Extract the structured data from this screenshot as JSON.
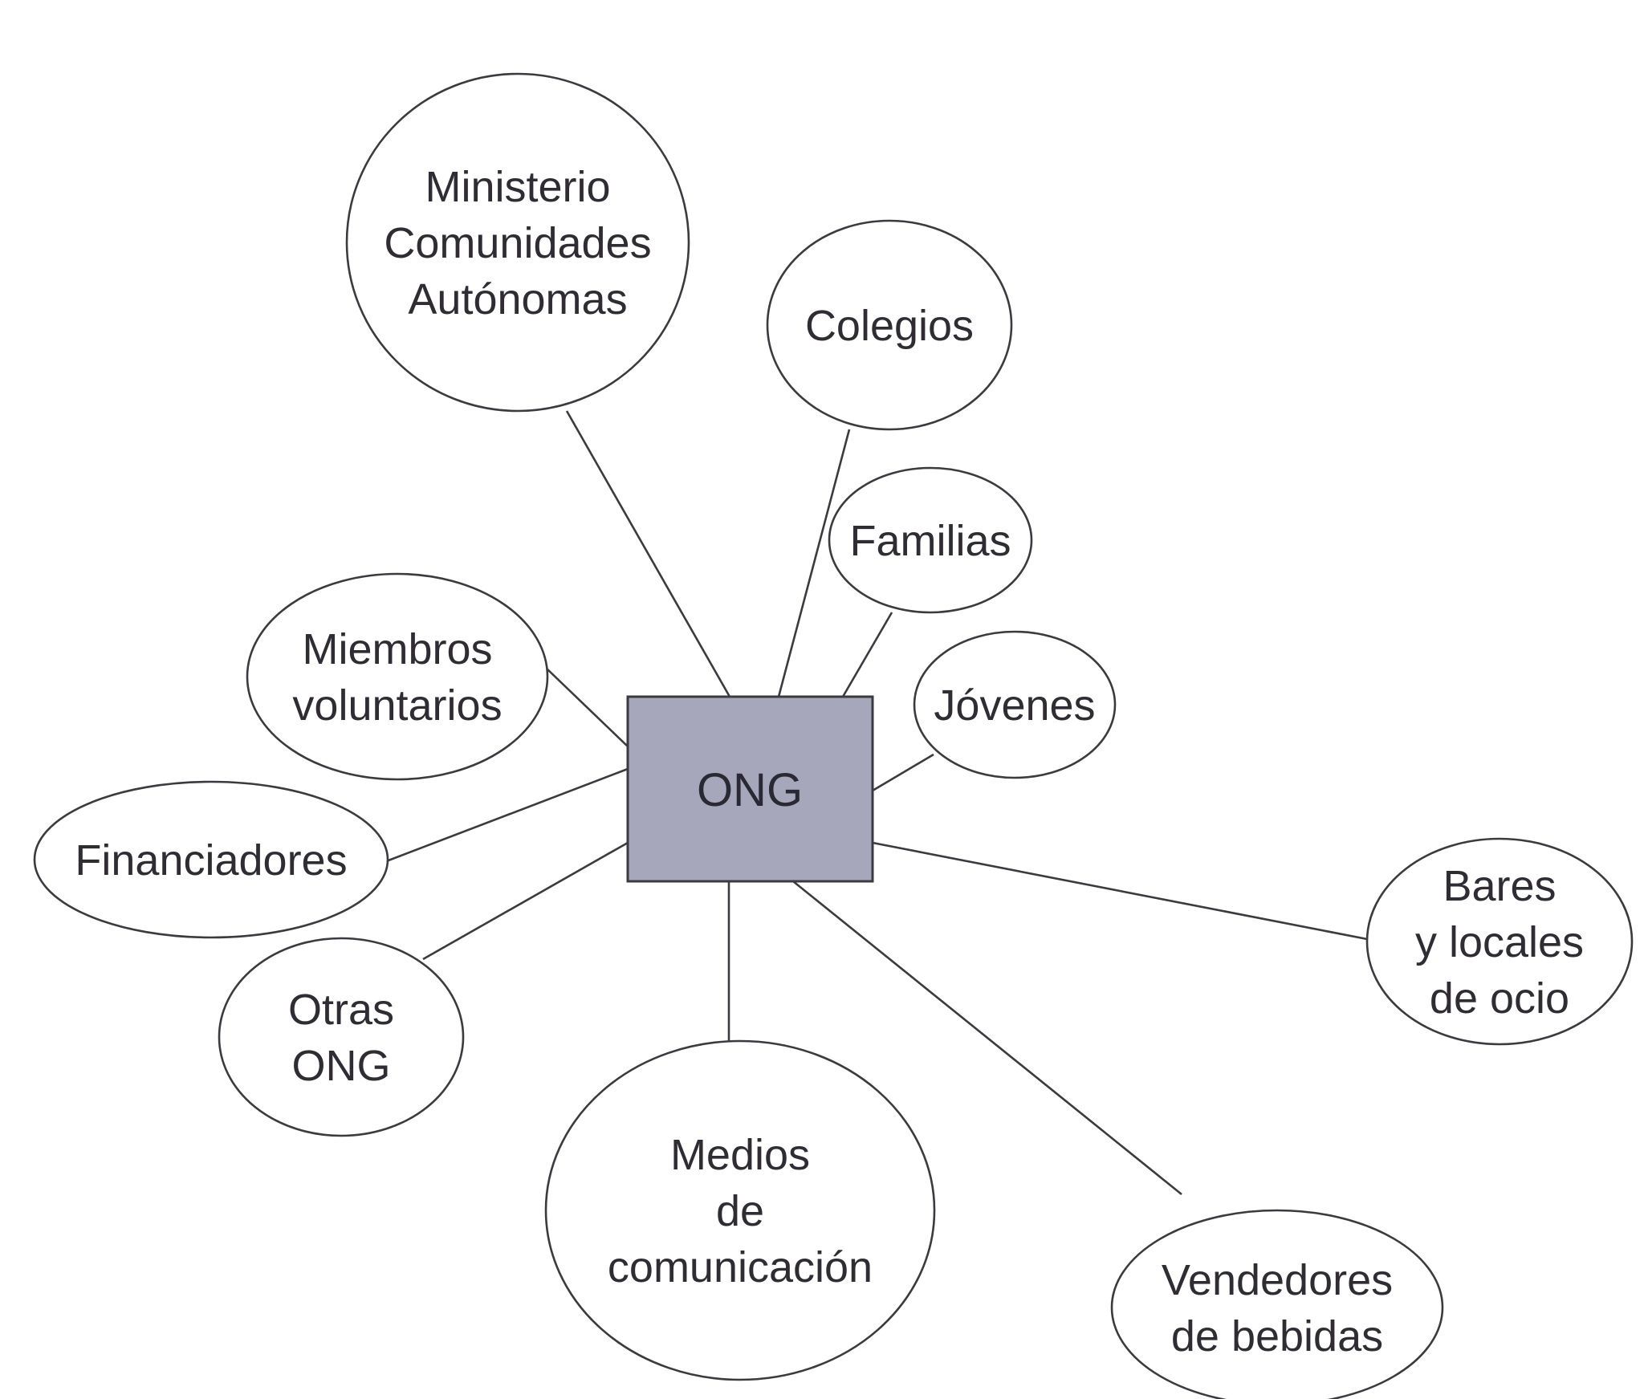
{
  "diagram": {
    "center": {
      "label": "ONG"
    },
    "nodes": [
      {
        "id": "ministerio",
        "lines": [
          "Ministerio",
          "Comunidades",
          "Autónomas"
        ]
      },
      {
        "id": "colegios",
        "lines": [
          "Colegios"
        ]
      },
      {
        "id": "familias",
        "lines": [
          "Familias"
        ]
      },
      {
        "id": "jovenes",
        "lines": [
          "Jóvenes"
        ]
      },
      {
        "id": "miembros",
        "lines": [
          "Miembros",
          "voluntarios"
        ]
      },
      {
        "id": "financiadores",
        "lines": [
          "Financiadores"
        ]
      },
      {
        "id": "otras-ong",
        "lines": [
          "Otras",
          "ONG"
        ]
      },
      {
        "id": "medios",
        "lines": [
          "Medios",
          "de",
          "comunicación"
        ]
      },
      {
        "id": "vendedores",
        "lines": [
          "Vendedores",
          "de bebidas"
        ]
      },
      {
        "id": "bares",
        "lines": [
          "Bares",
          "y locales",
          "de ocio"
        ]
      }
    ]
  }
}
